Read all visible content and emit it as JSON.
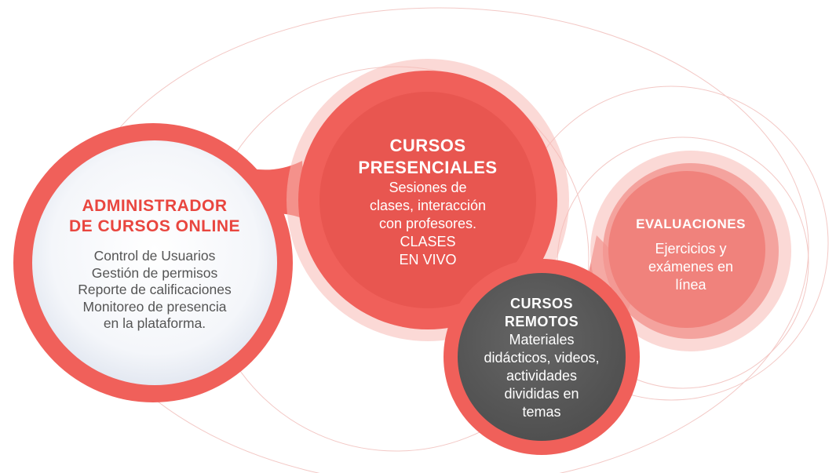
{
  "colors": {
    "coral": "#f0605a",
    "coral_dark": "#e85650",
    "coral_light": "#f29590",
    "coral_pale": "#f7b9b5",
    "admin_title": "#e9463f",
    "admin_text": "#555555",
    "remote_fill": "#5b5b5b",
    "white": "#ffffff"
  },
  "admin": {
    "title": [
      "ADMINISTRADOR",
      "DE CURSOS ONLINE"
    ],
    "lines": [
      "Control de Usuarios",
      "Gestión de permisos",
      "Reporte de calificaciones",
      "Monitoreo de presencia",
      "en la plataforma."
    ]
  },
  "presenciales": {
    "title": [
      "CURSOS",
      "PRESENCIALES"
    ],
    "lines": [
      "Sesiones de",
      "clases, interacción",
      "con profesores.",
      "CLASES",
      "EN VIVO"
    ]
  },
  "remotos": {
    "title": [
      "CURSOS",
      "REMOTOS"
    ],
    "lines": [
      "Materiales",
      "didácticos, videos,",
      "actividades",
      "divididas en",
      "temas"
    ]
  },
  "evaluaciones": {
    "title": [
      "EVALUACIONES"
    ],
    "lines": [
      "Ejercicios y",
      "exámenes en",
      "línea"
    ]
  }
}
